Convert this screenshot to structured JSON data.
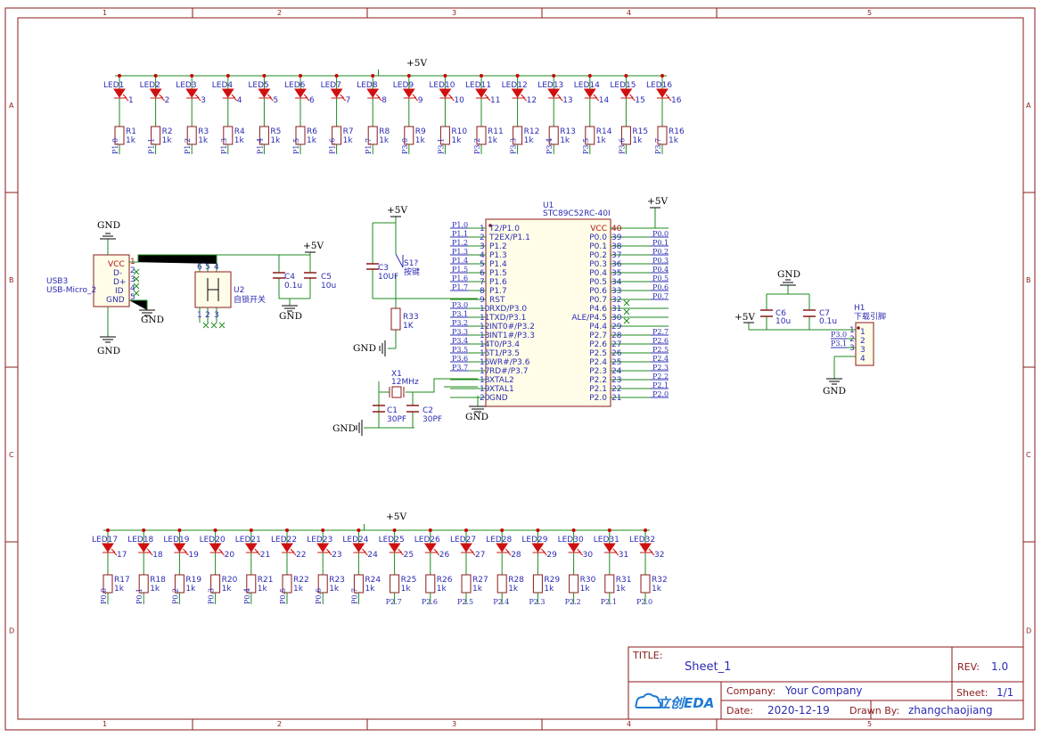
{
  "border": {
    "columns": [
      "1",
      "2",
      "3",
      "4",
      "5"
    ],
    "rows": [
      "A",
      "B",
      "C",
      "D"
    ]
  },
  "power": {
    "vcc": "+5V",
    "gnd": "GND"
  },
  "led_row_top": {
    "leds": [
      "LED1",
      "LED2",
      "LED3",
      "LED4",
      "LED5",
      "LED6",
      "LED7",
      "LED8",
      "LED9",
      "LED10",
      "LED11",
      "LED12",
      "LED13",
      "LED14",
      "LED15",
      "LED16"
    ],
    "resistors": [
      "R1",
      "R2",
      "R3",
      "R4",
      "R5",
      "R6",
      "R7",
      "R8",
      "R9",
      "R10",
      "R11",
      "R12",
      "R13",
      "R14",
      "R15",
      "R16"
    ],
    "value": "1k",
    "nets": [
      "P1.0",
      "P1.1",
      "P1.2",
      "P1.3",
      "P1.4",
      "P1.5",
      "P1.6",
      "P1.7",
      "P3.0",
      "P3.1",
      "P3.2",
      "P3.3",
      "P3.4",
      "P3.5",
      "P3.6",
      "P3.7"
    ]
  },
  "led_row_bottom": {
    "leds": [
      "LED17",
      "LED18",
      "LED19",
      "LED20",
      "LED21",
      "LED22",
      "LED23",
      "LED24",
      "LED25",
      "LED26",
      "LED27",
      "LED28",
      "LED29",
      "LED30",
      "LED31",
      "LED32"
    ],
    "resistors": [
      "R17",
      "R18",
      "R19",
      "R20",
      "R21",
      "R22",
      "R23",
      "R24",
      "R25",
      "R26",
      "R27",
      "R28",
      "R29",
      "R30",
      "R31",
      "R32"
    ],
    "value": "1k",
    "nets": [
      "P0.0",
      "P0.1",
      "P0.2",
      "P0.3",
      "P0.4",
      "P0.5",
      "P0.6",
      "P0.7",
      "P2.7",
      "P2.6",
      "P2.5",
      "P2.4",
      "P2.3",
      "P2.2",
      "P2.1",
      "P2.0"
    ]
  },
  "usb": {
    "ref": "USB3",
    "name": "USB-Micro_2",
    "pins": [
      "VCC",
      "D-",
      "D+",
      "ID",
      "GND"
    ],
    "numbers": [
      "1",
      "2",
      "3",
      "4",
      "5"
    ]
  },
  "switch": {
    "ref": "U2",
    "name": "自锁开关",
    "top_pins": [
      "6",
      "5",
      "4"
    ],
    "bottom_pins": [
      "1",
      "2",
      "3"
    ]
  },
  "caps": {
    "c4": {
      "ref": "C4",
      "value": "0.1u"
    },
    "c5": {
      "ref": "C5",
      "value": "10u"
    },
    "c3": {
      "ref": "C3",
      "value": "10UF"
    },
    "c1": {
      "ref": "C1",
      "value": "30PF"
    },
    "c2": {
      "ref": "C2",
      "value": "30PF"
    },
    "c6": {
      "ref": "C6",
      "value": "10u"
    },
    "c7": {
      "ref": "C7",
      "value": "0.1u"
    }
  },
  "reset": {
    "switch_ref": "S1?",
    "switch_name": "按键",
    "res_ref": "R33",
    "res_value": "1K"
  },
  "crystal": {
    "ref": "X1",
    "value": "12MHz"
  },
  "mcu": {
    "ref": "U1",
    "name": "STC89C52RC-40I",
    "left_pins": [
      {
        "num": "1",
        "name": "T2/P1.0",
        "net": "P1.0"
      },
      {
        "num": "2",
        "name": "T2EX/P1.1",
        "net": "P1.1"
      },
      {
        "num": "3",
        "name": "P1.2",
        "net": "P1.2"
      },
      {
        "num": "4",
        "name": "P1.3",
        "net": "P1.3"
      },
      {
        "num": "5",
        "name": "P1.4",
        "net": "P1.4"
      },
      {
        "num": "6",
        "name": "P1.5",
        "net": "P1.5"
      },
      {
        "num": "7",
        "name": "P1.6",
        "net": "P1.6"
      },
      {
        "num": "8",
        "name": "P1.7",
        "net": "P1.7"
      },
      {
        "num": "9",
        "name": "RST",
        "net": ""
      },
      {
        "num": "10",
        "name": "RXD/P3.0",
        "net": "P3.0"
      },
      {
        "num": "11",
        "name": "TXD/P3.1",
        "net": "P3.1"
      },
      {
        "num": "12",
        "name": "INT0#/P3.2",
        "net": "P3.2"
      },
      {
        "num": "13",
        "name": "INT1#/P3.3",
        "net": "P3.3"
      },
      {
        "num": "14",
        "name": "T0/P3.4",
        "net": "P3.4"
      },
      {
        "num": "15",
        "name": "T1/P3.5",
        "net": "P3.5"
      },
      {
        "num": "16",
        "name": "WR#/P3.6",
        "net": "P3.6"
      },
      {
        "num": "17",
        "name": "RD#/P3.7",
        "net": "P3.7"
      },
      {
        "num": "18",
        "name": "XTAL2",
        "net": ""
      },
      {
        "num": "19",
        "name": "XTAL1",
        "net": ""
      },
      {
        "num": "20",
        "name": "GND",
        "net": ""
      }
    ],
    "right_pins": [
      {
        "num": "40",
        "name": "VCC",
        "net": ""
      },
      {
        "num": "39",
        "name": "P0.0",
        "net": "P0.0"
      },
      {
        "num": "38",
        "name": "P0.1",
        "net": "P0.1"
      },
      {
        "num": "37",
        "name": "P0.2",
        "net": "P0.2"
      },
      {
        "num": "36",
        "name": "P0.3",
        "net": "P0.3"
      },
      {
        "num": "35",
        "name": "P0.4",
        "net": "P0.4"
      },
      {
        "num": "34",
        "name": "P0.5",
        "net": "P0.5"
      },
      {
        "num": "33",
        "name": "P0.6",
        "net": "P0.6"
      },
      {
        "num": "32",
        "name": "P0.7",
        "net": "P0.7"
      },
      {
        "num": "31",
        "name": "P4.6",
        "net": ""
      },
      {
        "num": "30",
        "name": "ALE/P4.5",
        "net": ""
      },
      {
        "num": "29",
        "name": "P4.4",
        "net": ""
      },
      {
        "num": "28",
        "name": "P2.7",
        "net": "P2.7"
      },
      {
        "num": "27",
        "name": "P2.6",
        "net": "P2.6"
      },
      {
        "num": "26",
        "name": "P2.5",
        "net": "P2.5"
      },
      {
        "num": "25",
        "name": "P2.4",
        "net": "P2.4"
      },
      {
        "num": "24",
        "name": "P2.3",
        "net": "P2.3"
      },
      {
        "num": "23",
        "name": "P2.2",
        "net": "P2.2"
      },
      {
        "num": "22",
        "name": "P2.1",
        "net": "P2.1"
      },
      {
        "num": "21",
        "name": "P2.0",
        "net": "P2.0"
      }
    ]
  },
  "header": {
    "ref": "H1",
    "name": "下载引脚",
    "pins": [
      "1",
      "2",
      "3",
      "4"
    ],
    "nets": [
      "P3.0",
      "P3.1"
    ]
  },
  "title_block": {
    "title_label": "TITLE:",
    "title": "Sheet_1",
    "rev_label": "REV:",
    "rev": "1.0",
    "logo": "立创EDA",
    "company_label": "Company:",
    "company": "Your Company",
    "sheet_label": "Sheet:",
    "sheet": "1/1",
    "date_label": "Date:",
    "date": "2020-12-19",
    "drawn_label": "Drawn By:",
    "drawn_by": "zhangchaojiang"
  }
}
